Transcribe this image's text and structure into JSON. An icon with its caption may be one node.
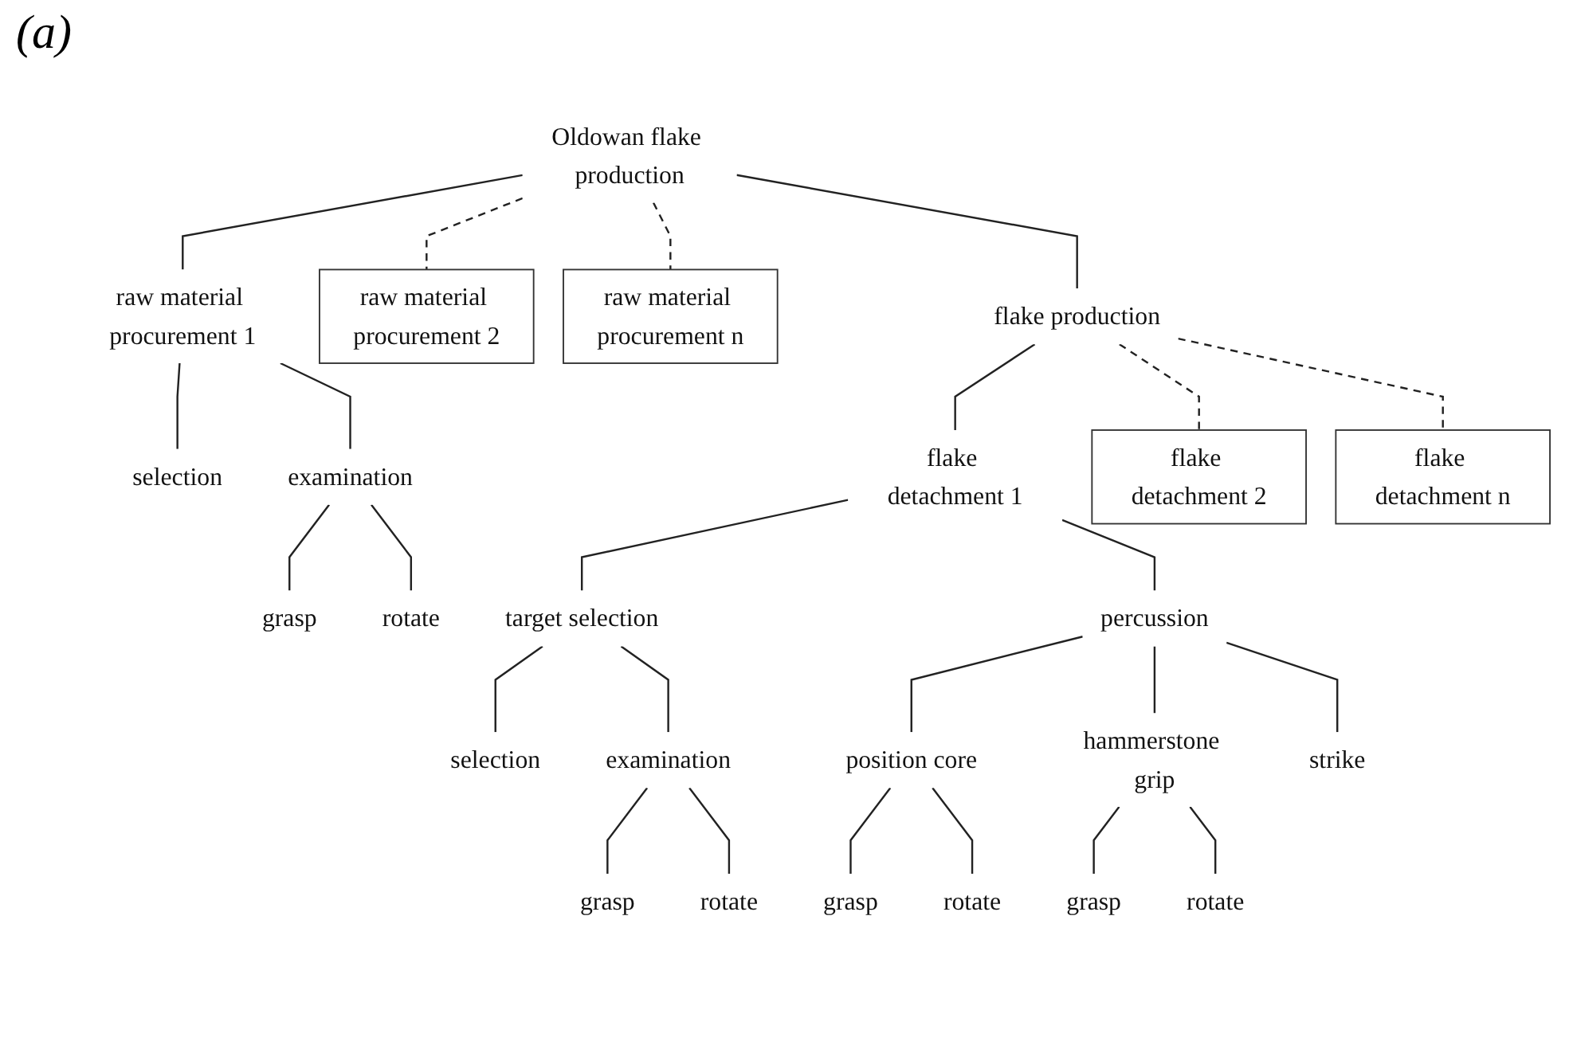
{
  "diagram": {
    "nodes": [
      {
        "text": [
          "Oldowan flake production"
        ]
      },
      {
        "text": [
          "raw material procurement 1"
        ]
      },
      {
        "text": [
          "raw material procurement 2"
        ]
      },
      {
        "text": [
          "raw material procurement n"
        ]
      },
      {
        "text": [
          "flake production"
        ]
      },
      {
        "text": [
          "selection"
        ]
      },
      {
        "text": [
          "examination"
        ]
      },
      {
        "text": [
          "flake detachment 1"
        ]
      },
      {
        "text": [
          "flake detachment 2"
        ]
      },
      {
        "text": [
          "flake detachment n"
        ]
      },
      {
        "text": [
          "grasp"
        ]
      },
      {
        "text": [
          "rotate"
        ]
      },
      {
        "text": [
          "target selection"
        ]
      },
      {
        "text": [
          "percussion"
        ]
      },
      {
        "text": [
          "selection"
        ]
      },
      {
        "text": [
          "examination"
        ]
      },
      {
        "text": [
          "position core"
        ]
      },
      {
        "text": [
          "hammerstone grip"
        ]
      },
      {
        "text": [
          "strike"
        ]
      },
      {
        "text": [
          "grasp"
        ]
      },
      {
        "text": [
          "rotate"
        ]
      },
      {
        "text": [
          "grasp"
        ]
      },
      {
        "text": [
          "rotate"
        ]
      },
      {
        "text": [
          "grasp"
        ]
      },
      {
        "text": [
          "rotate"
        ]
      }
    ],
    "edges": [
      {
        "from": 0,
        "to": 1,
        "arrow": "none"
      },
      {
        "from": 0,
        "to": 2,
        "arrow": "none",
        "style": "dashed"
      },
      {
        "from": 0,
        "to": 3,
        "arrow": "none",
        "style": "dashed"
      },
      {
        "from": 0,
        "to": 4,
        "arrow": "none"
      },
      {
        "from": 1,
        "to": 5,
        "arrow": "none"
      },
      {
        "from": 1,
        "to": 6,
        "arrow": "none"
      },
      {
        "from": 4,
        "to": 7,
        "arrow": "none"
      },
      {
        "from": 4,
        "to": 8,
        "arrow": "none",
        "style": "dashed"
      },
      {
        "from": 4,
        "to": 9,
        "arrow": "none",
        "style": "dashed"
      },
      {
        "from": 6,
        "to": 10,
        "arrow": "none"
      },
      {
        "from": 6,
        "to": 11,
        "arrow": "none"
      },
      {
        "from": 7,
        "to": 12,
        "arrow": "none"
      },
      {
        "from": 7,
        "to": 13,
        "arrow": "none"
      },
      {
        "from": 12,
        "to": 14,
        "arrow": "none"
      },
      {
        "from": 12,
        "to": 15,
        "arrow": "none"
      },
      {
        "from": 13,
        "to": 16,
        "arrow": "none"
      },
      {
        "from": 13,
        "to": 17,
        "arrow": "none"
      },
      {
        "from": 13,
        "to": 18,
        "arrow": "none"
      },
      {
        "from": 15,
        "to": 19,
        "arrow": "none"
      },
      {
        "from": 15,
        "to": 20,
        "arrow": "none"
      },
      {
        "from": 16,
        "to": 21,
        "arrow": "none"
      },
      {
        "from": 16,
        "to": 22,
        "arrow": "none"
      },
      {
        "from": 17,
        "to": 23,
        "arrow": "none"
      },
      {
        "from": 17,
        "to": 24,
        "arrow": "none"
      }
    ],
    "labels": [
      "(a)"
    ]
  }
}
